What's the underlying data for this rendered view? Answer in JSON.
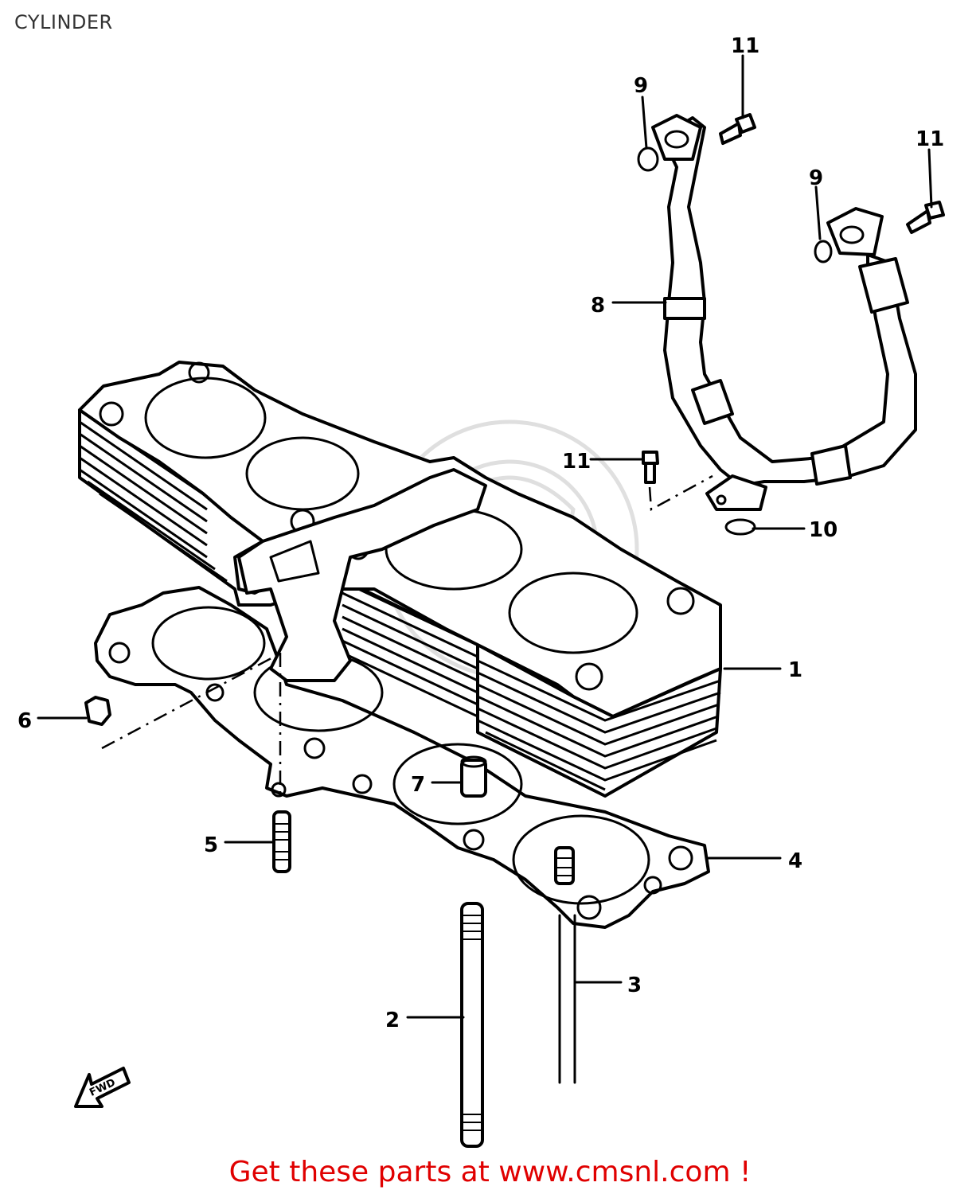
{
  "title": "CYLINDER",
  "footer": "Get these parts at www.cmsnl.com !",
  "fwd_label": "FWD",
  "callouts": [
    {
      "id": "1",
      "label": "1"
    },
    {
      "id": "2",
      "label": "2"
    },
    {
      "id": "3",
      "label": "3"
    },
    {
      "id": "4",
      "label": "4"
    },
    {
      "id": "5",
      "label": "5"
    },
    {
      "id": "6",
      "label": "6"
    },
    {
      "id": "7",
      "label": "7"
    },
    {
      "id": "8",
      "label": "8"
    },
    {
      "id": "9a",
      "label": "9"
    },
    {
      "id": "9b",
      "label": "9"
    },
    {
      "id": "10",
      "label": "10"
    },
    {
      "id": "11a",
      "label": "11"
    },
    {
      "id": "11b",
      "label": "11"
    },
    {
      "id": "11c",
      "label": "11"
    }
  ],
  "colors": {
    "footer": "#e00000",
    "title": "#333333",
    "line": "#000000"
  }
}
